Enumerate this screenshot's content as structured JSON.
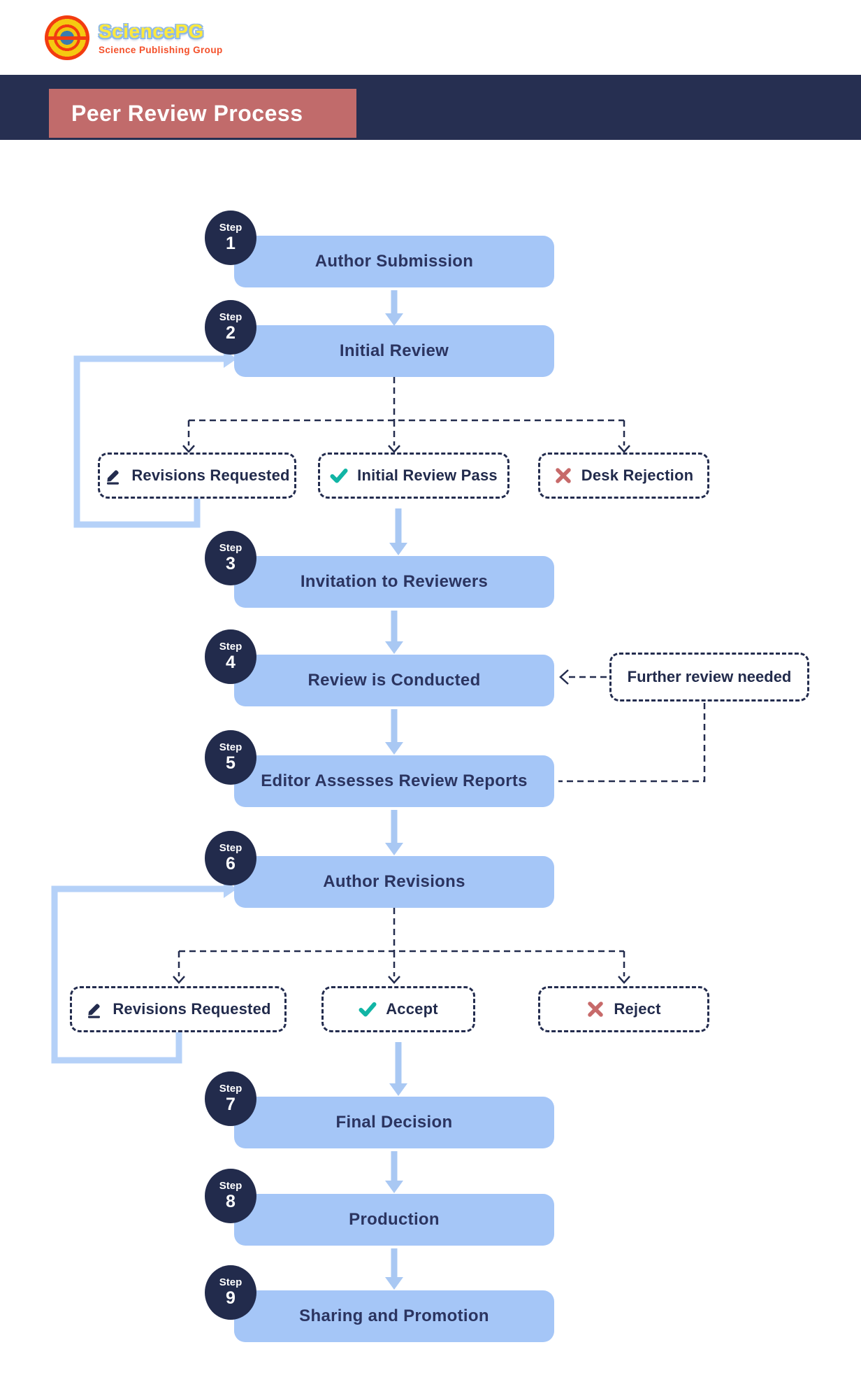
{
  "logo": {
    "name": "SciencePG",
    "tagline": "Science Publishing Group"
  },
  "header": {
    "title": "Peer Review Process"
  },
  "steps": [
    {
      "badge": "Step",
      "number": "1",
      "label": "Author Submission"
    },
    {
      "badge": "Step",
      "number": "2",
      "label": "Initial Review"
    },
    {
      "badge": "Step",
      "number": "3",
      "label": "Invitation to Reviewers"
    },
    {
      "badge": "Step",
      "number": "4",
      "label": "Review is Conducted"
    },
    {
      "badge": "Step",
      "number": "5",
      "label": "Editor Assesses Review Reports"
    },
    {
      "badge": "Step",
      "number": "6",
      "label": "Author Revisions"
    },
    {
      "badge": "Step",
      "number": "7",
      "label": "Final Decision"
    },
    {
      "badge": "Step",
      "number": "8",
      "label": "Production"
    },
    {
      "badge": "Step",
      "number": "9",
      "label": "Sharing and Promotion"
    }
  ],
  "branches": {
    "initial_review": [
      {
        "icon": "pencil-icon",
        "label": "Revisions Requested"
      },
      {
        "icon": "check-icon",
        "label": "Initial Review Pass"
      },
      {
        "icon": "x-icon",
        "label": "Desk Rejection"
      }
    ],
    "author_revisions": [
      {
        "icon": "pencil-icon",
        "label": "Revisions Requested"
      },
      {
        "icon": "check-icon",
        "label": "Accept"
      },
      {
        "icon": "x-icon",
        "label": "Reject"
      }
    ]
  },
  "annotations": {
    "further_review_needed": "Further review needed"
  },
  "colors": {
    "navy_band": "#262f51",
    "badge_navy": "#222b4c",
    "box_blue": "#a5c6f7",
    "arrow_blue": "#a9c8f3",
    "loop_blue": "#b5d1f8",
    "title_rose": "#c16b6b",
    "check_teal": "#12b5a5",
    "x_rose": "#c76a6a",
    "label_navy": "#2b3460",
    "dash_navy": "#232c4e"
  }
}
